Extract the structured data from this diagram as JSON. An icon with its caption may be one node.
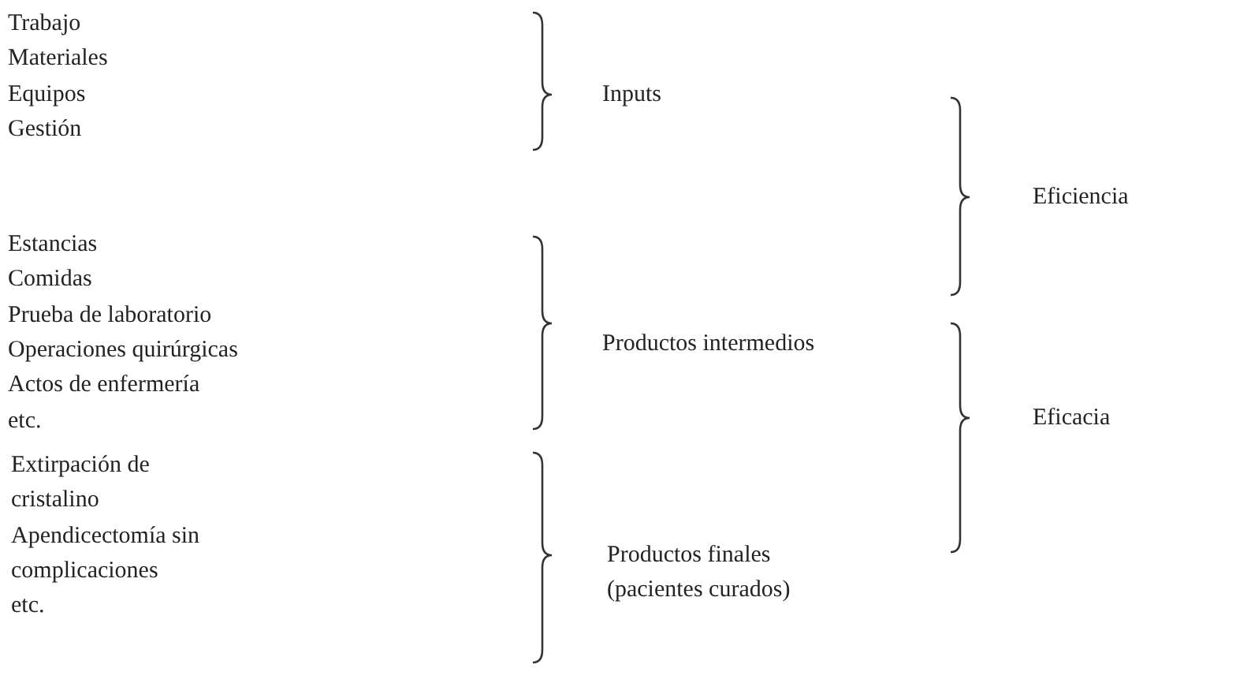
{
  "diagram": {
    "labels": [
      "Trabajo",
      "Materiales",
      "Equipos",
      "Gestión",
      "Estancias",
      "Comidas",
      "Prueba de laboratorio",
      "Operaciones quirúrgicas",
      "Actos de enfermería",
      "etc.",
      "Extirpación de cristalino",
      "Apendicectomía sin complicaciones",
      "etc.",
      "Inputs",
      "Productos intermedios",
      "Productos finales (pacientes curados)",
      "Eficiencia",
      "Eficacia"
    ]
  }
}
